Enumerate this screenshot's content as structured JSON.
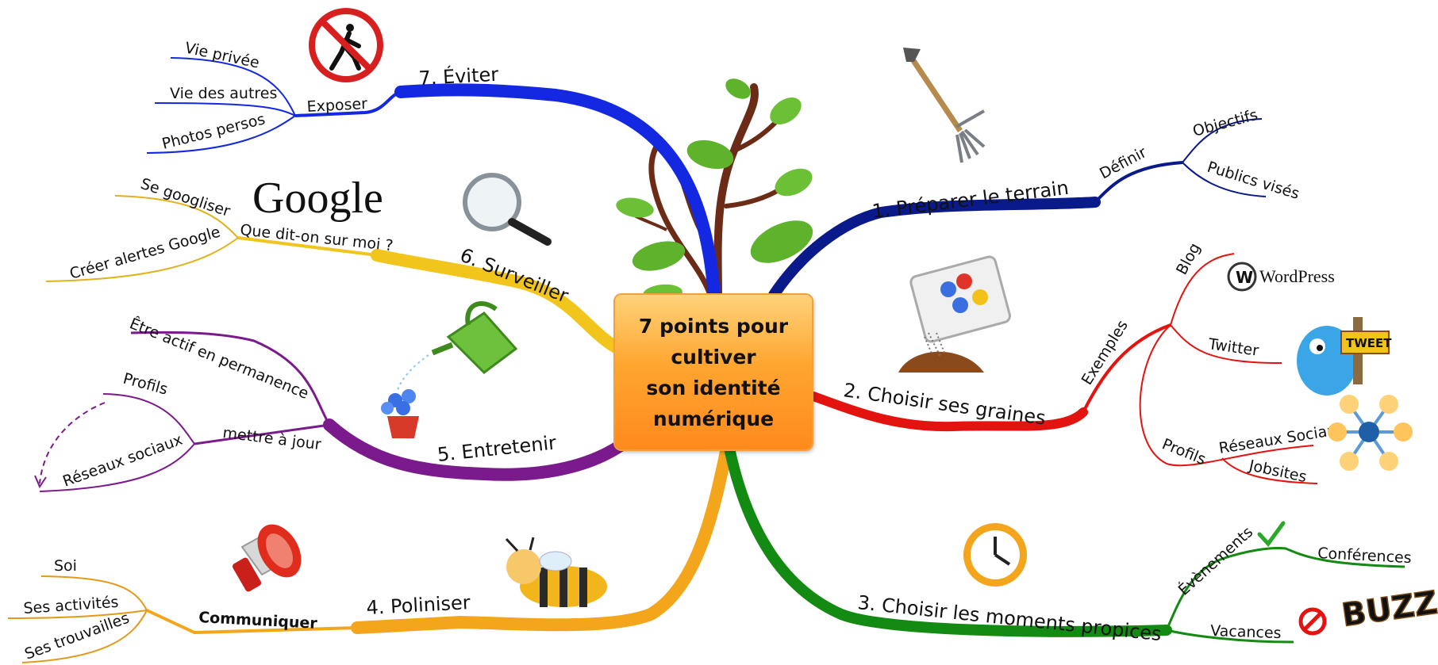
{
  "center": {
    "lines": [
      "7 points pour",
      "cultiver",
      "son identité",
      "numérique"
    ]
  },
  "colors": {
    "branch1": "#0a1a8a",
    "branch2": "#e3130f",
    "branch3": "#138a12",
    "branch4": "#f3a51b",
    "branch5": "#7a1a8c",
    "branch6": "#f2c51d",
    "branch7": "#1328e0",
    "center_fill": "#ff9a2a",
    "tree_trunk": "#6b2b16",
    "leaf": "#5fb32c"
  },
  "icons": [
    "no-walking-sign-icon",
    "pitchfork-icon",
    "google-logo",
    "magnifier-icon",
    "seed-packet-icon",
    "wordpress-logo",
    "twitter-bird-icon",
    "watering-can-icon",
    "network-nodes-icon",
    "megaphone-icon",
    "bee-icon",
    "clock-icon",
    "checkmark-icon",
    "prohibited-icon",
    "buzz-logo",
    "tree-icon"
  ],
  "google_logo": "Google",
  "wordpress_logo": "WordPress",
  "tweet_sign": "TWEET",
  "buzz_logo": "BUZZ!",
  "branches": {
    "b1": {
      "title": "1. Préparer le terrain",
      "sub": "Définir",
      "leaves": [
        "Objectifs",
        "Publics visés"
      ]
    },
    "b2": {
      "title": "2. Choisir ses graines",
      "sub": "Exemples",
      "leaves": [
        "Blog",
        "Twitter",
        "Profils",
        "Réseaux Sociaux",
        "Jobsites"
      ]
    },
    "b3": {
      "title": "3. Choisir les moments propices",
      "leaves": [
        "Évènements",
        "Conférences",
        "Vacances"
      ]
    },
    "b4": {
      "title": "4. Poliniser",
      "sub": "Communiquer",
      "leaves": [
        "Soi",
        "Ses activités",
        "Ses trouvailles"
      ]
    },
    "b5": {
      "title": "5. Entretenir",
      "leaves": [
        "Être actif en permanence",
        "mettre à jour",
        "Profils",
        "Réseaux sociaux"
      ]
    },
    "b6": {
      "title": "6. Surveiller",
      "sub": "Que dit-on sur moi ?",
      "leaves": [
        "Se googliser",
        "Créer alertes Google"
      ]
    },
    "b7": {
      "title": "7. Éviter",
      "sub": "Exposer",
      "leaves": [
        "Vie privée",
        "Vie des autres",
        "Photos persos"
      ]
    }
  }
}
